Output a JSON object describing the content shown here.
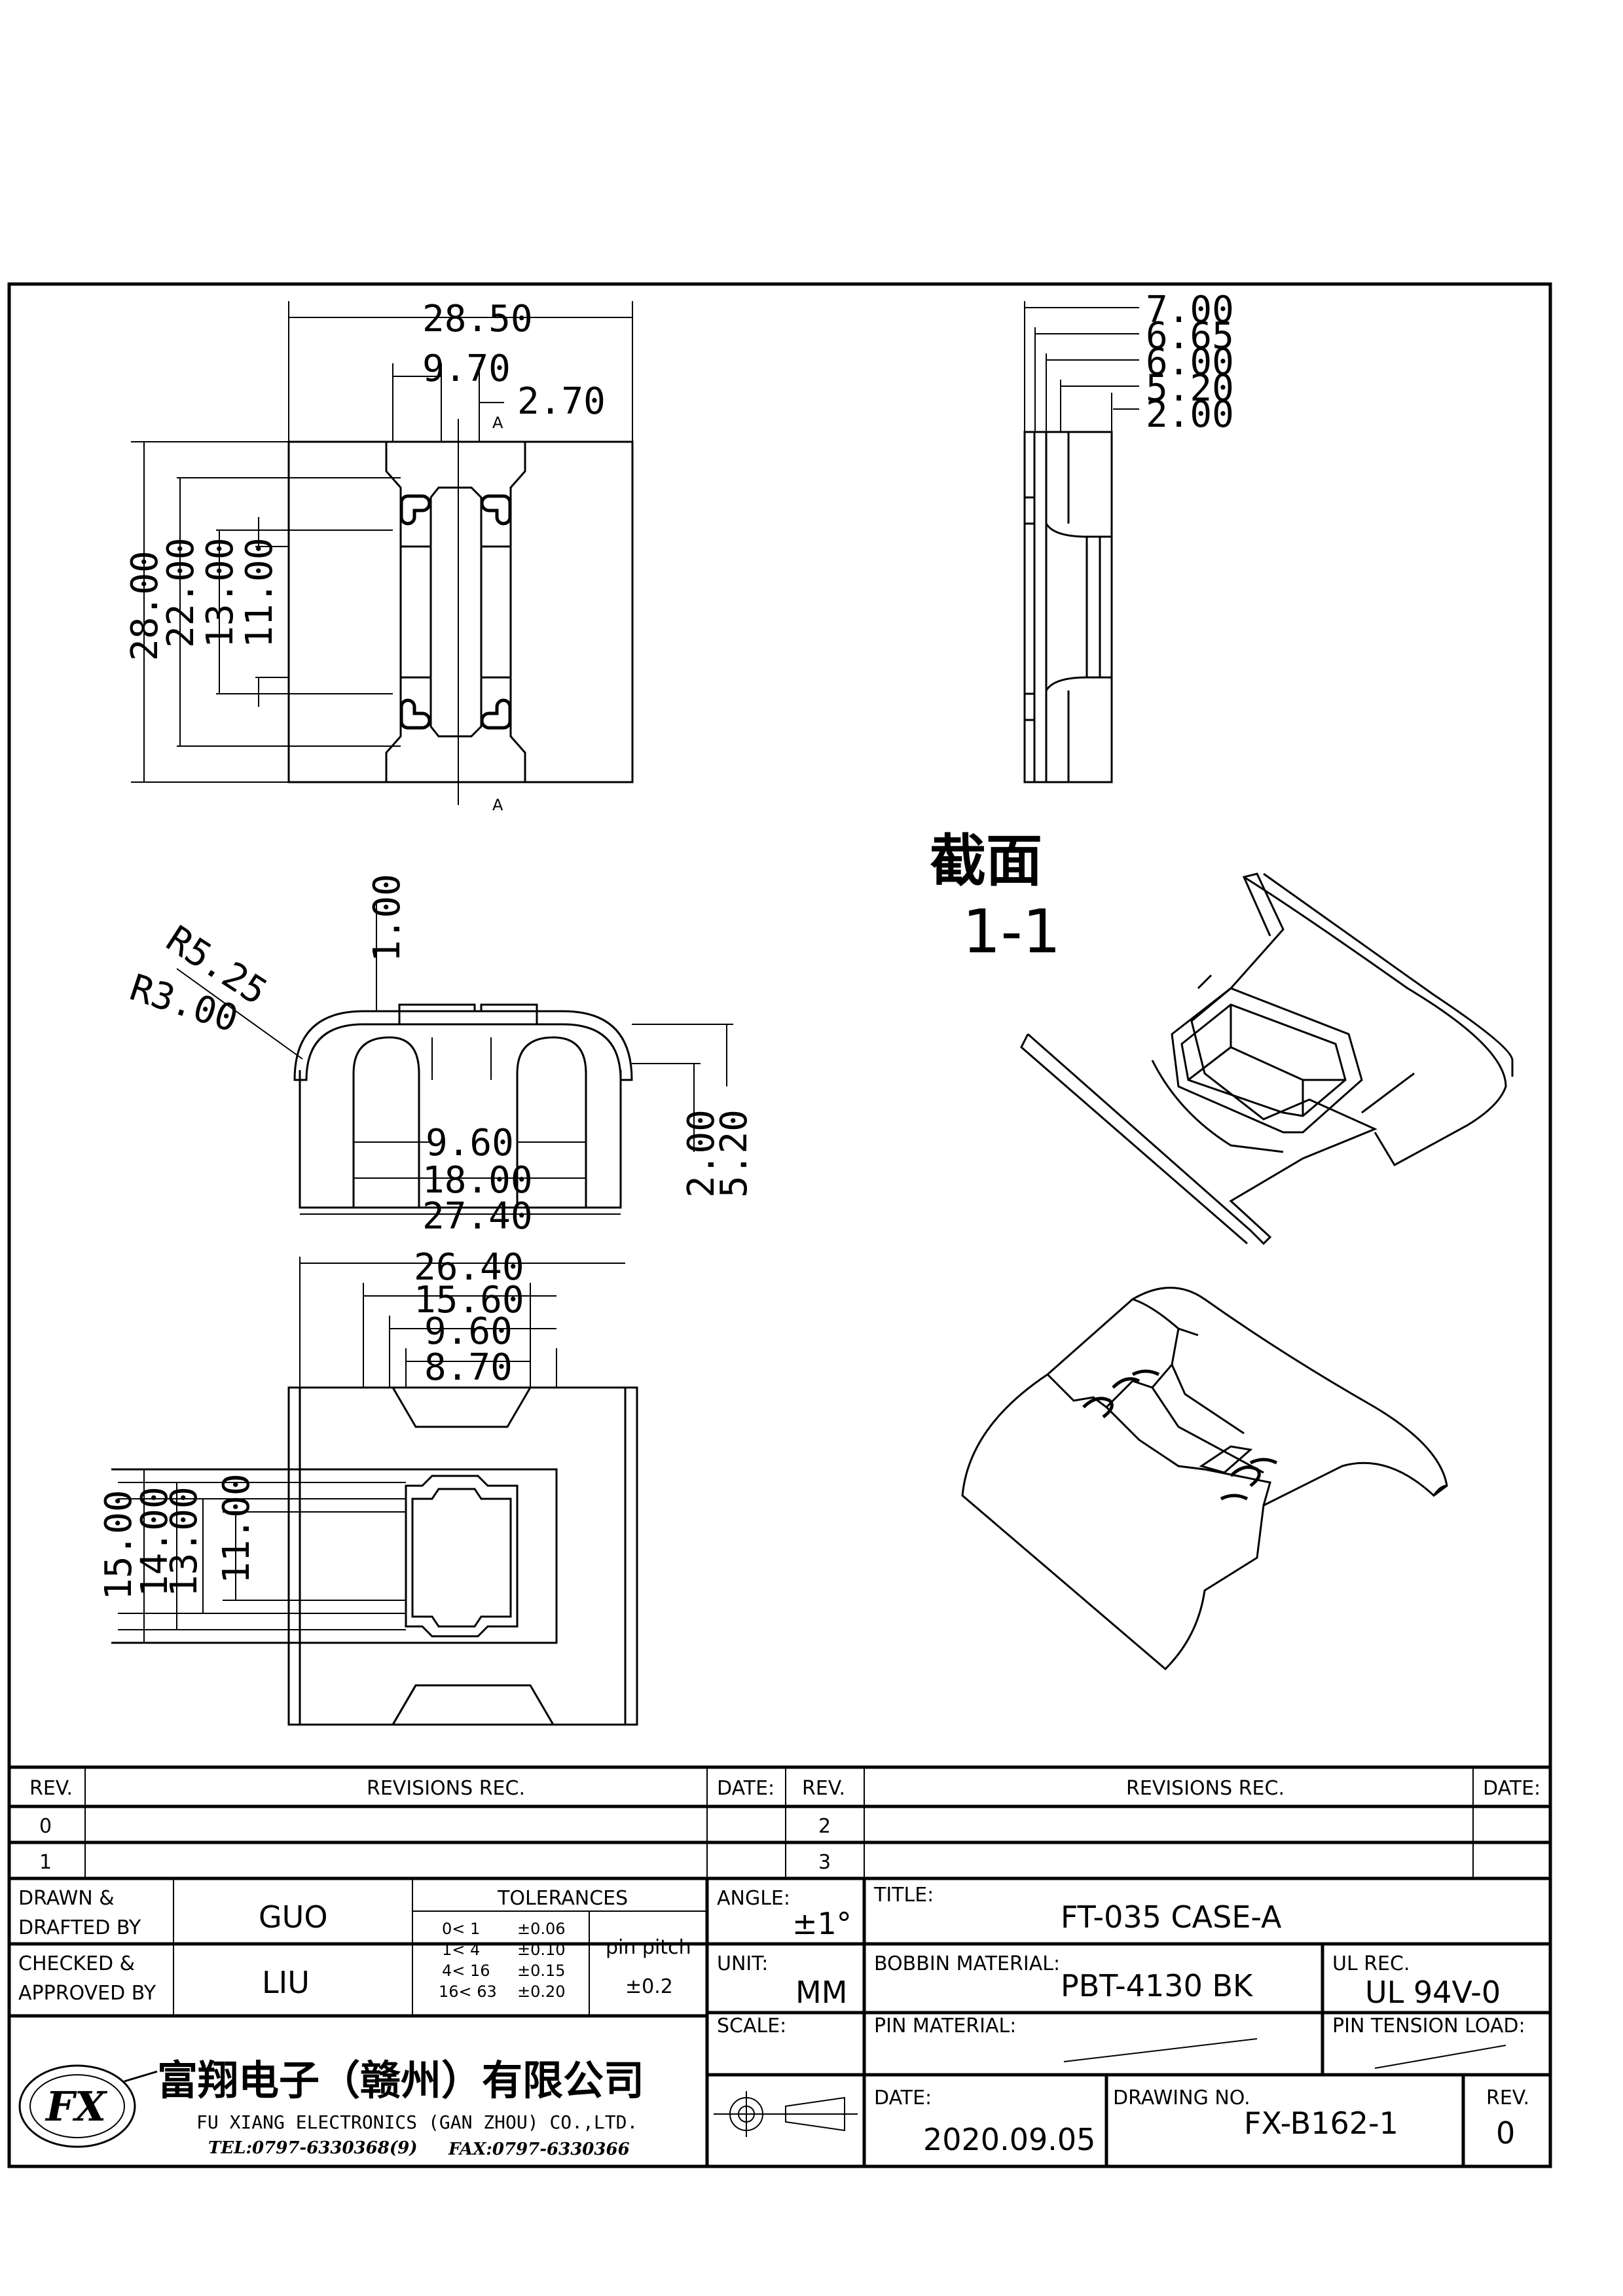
{
  "views": {
    "top": {
      "dims": [
        "28.50",
        "9.70",
        "2.70",
        "28.00",
        "22.00",
        "13.00",
        "11.00"
      ],
      "section_mark": "A"
    },
    "side": {
      "dims": [
        "7.00",
        "6.65",
        "6.00",
        "5.20",
        "2.00"
      ]
    },
    "front": {
      "dims": [
        "1.00",
        "R5.25",
        "R3.00",
        "9.60",
        "18.00",
        "27.40",
        "2.00",
        "5.20"
      ]
    },
    "bottom": {
      "dims": [
        "26.40",
        "15.60",
        "9.60",
        "8.70",
        "15.00",
        "14.00",
        "13.00",
        "11.00"
      ]
    },
    "section_label": {
      "cn": "截面",
      "id": "1-1"
    }
  },
  "title_block": {
    "rev_hdr": "REV.",
    "revisions_hdr": "REVISIONS  REC.",
    "date_hdr": "DATE:",
    "rev_rows": [
      "0",
      "1",
      "2",
      "3"
    ],
    "drawn_label": "DRAWN &",
    "drafted_label": "DRAFTED BY",
    "drawn_by": "GUO",
    "checked_label": "CHECKED &",
    "approved_label": "APPROVED BY",
    "approved_by": "LIU",
    "tolerances_label": "TOLERANCES",
    "tolerance_rows": [
      {
        "range": "0<  1",
        "tol": "±0.06"
      },
      {
        "range": "1<  4",
        "tol": "±0.10"
      },
      {
        "range": "4<  16",
        "tol": "±0.15"
      },
      {
        "range": "16<  63",
        "tol": "±0.20"
      }
    ],
    "pin_pitch_label": "pin pitch",
    "pin_pitch_value": "±0.2",
    "angle_label": "ANGLE:",
    "angle_value": "±1°",
    "unit_label": "UNIT:",
    "unit_value": "MM",
    "scale_label": "SCALE:",
    "title_label": "TITLE:",
    "title_value": "FT-035  CASE-A",
    "bobbin_label": "BOBBIN MATERIAL:",
    "bobbin_value": "PBT-4130  BK",
    "ul_label": "UL REC.",
    "ul_value": "UL  94V-0",
    "pin_material_label": "PIN MATERIAL:",
    "pin_tension_label": "PIN TENSION LOAD:",
    "date_label": "DATE:",
    "date_value": "2020.09.05",
    "drawing_no_label": "DRAWING NO.",
    "drawing_no_value": "FX-B162-1",
    "rev_label": "REV.",
    "rev_value": "0",
    "company_cn": "富翔电子（赣州）有限公司",
    "company_en": "FU XIANG ELECTRONICS (GAN ZHOU) CO.,LTD.",
    "tel": "TEL:0797-6330368(9)",
    "fax": "FAX:0797-6330366",
    "logo_text": "FX"
  }
}
